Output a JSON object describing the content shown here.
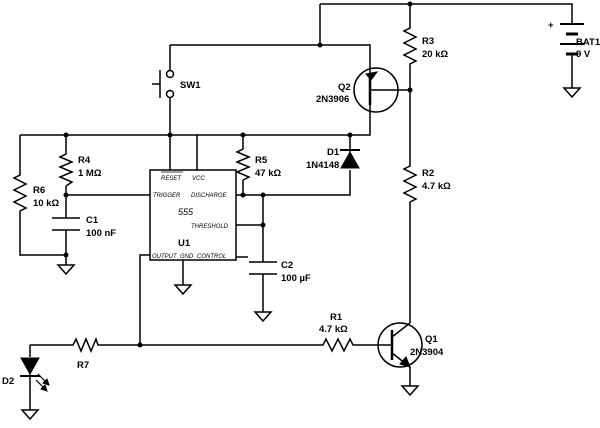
{
  "components": {
    "r1": {
      "ref": "R1",
      "value": "4.7 kΩ"
    },
    "r2": {
      "ref": "R2",
      "value": "4.7 kΩ"
    },
    "r3": {
      "ref": "R3",
      "value": "20 kΩ"
    },
    "r4": {
      "ref": "R4",
      "value": "1 MΩ"
    },
    "r5": {
      "ref": "R5",
      "value": "47 kΩ"
    },
    "r6": {
      "ref": "R6",
      "value": "10 kΩ"
    },
    "r7": {
      "ref": "R7"
    },
    "c1": {
      "ref": "C1",
      "value": "100 nF"
    },
    "c2": {
      "ref": "C2",
      "value": "100 µF"
    },
    "d1": {
      "ref": "D1",
      "value": "1N4148"
    },
    "d2": {
      "ref": "D2"
    },
    "q1": {
      "ref": "Q1",
      "value": "2N3904"
    },
    "q2": {
      "ref": "Q2",
      "value": "2N3906"
    },
    "sw1": {
      "ref": "SW1"
    },
    "bat1": {
      "ref": "BAT1",
      "value": "9 V",
      "polarity": "+"
    },
    "u1": {
      "ref": "U1",
      "part": "555",
      "pins": {
        "reset": "RESET",
        "vcc": "VCC",
        "trigger": "TRIGGER",
        "discharge": "DISCHARGE",
        "threshold": "THRESHOLD",
        "output": "OUTPUT",
        "gnd": "GND",
        "control": "CONTROL"
      }
    }
  }
}
